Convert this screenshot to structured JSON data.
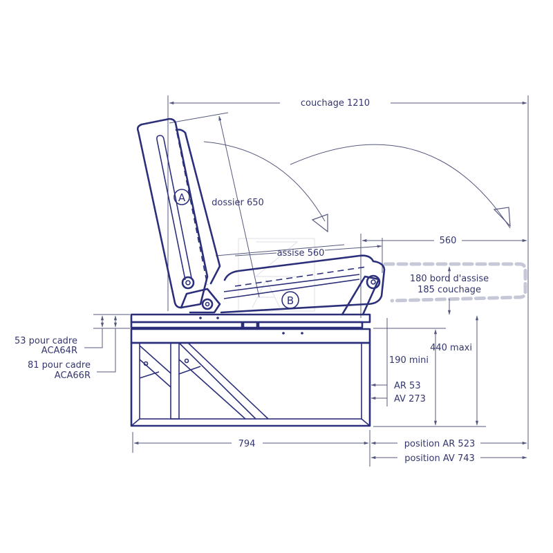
{
  "diagram": {
    "type": "technical drawing - folding seat/bed on adjustable frame (side elevation)",
    "colors": {
      "ink": "#2b2f7a",
      "dimension_line": "#55587e",
      "ghost_bed": "#c6c8d8",
      "background": "#ffffff"
    },
    "markers": {
      "backrest": "A",
      "seat": "B"
    },
    "dimensions": {
      "couchage": "couchage 1210",
      "dossier": "dossier 650",
      "assise": "assise 560",
      "extension": "560",
      "bed_edge_line1": "180 bord d'assise",
      "bed_edge_line2": "185 couchage",
      "frame_width": "794",
      "height_min": "190 mini",
      "height_max": "440 maxi",
      "offset_ar": "AR 53",
      "offset_av": "AV 273",
      "position_ar": "position AR 523",
      "position_av": "position AV 743",
      "cadre_64_line1": "53 pour cadre",
      "cadre_64_line2": "ACA64R",
      "cadre_66_line1": "81 pour cadre",
      "cadre_66_line2": "ACA66R"
    }
  }
}
